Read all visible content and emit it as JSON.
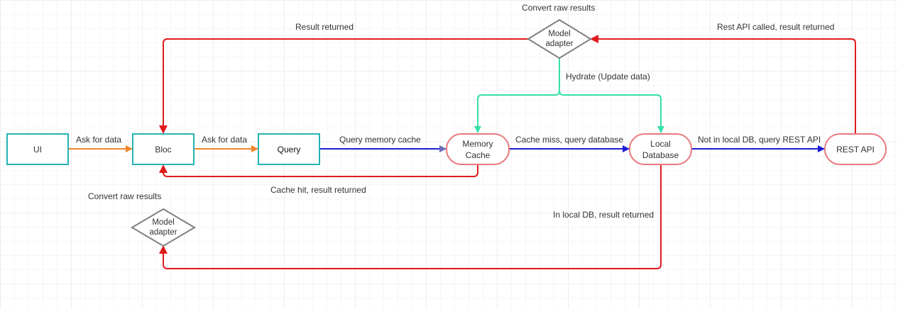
{
  "nodes": {
    "ui": "UI",
    "bloc": "Bloc",
    "query": "Query",
    "memory_cache": "Memory\nCache",
    "local_database": "Local\nDatabase",
    "rest_api": "REST API",
    "model_adapter_top": "Model\nadapter",
    "model_adapter_bottom": "Model\nadapter"
  },
  "edge_labels": {
    "ask_for_data_1": "Ask for data",
    "ask_for_data_2": "Ask for data",
    "query_memory_cache": "Query memory cache",
    "cache_miss": "Cache miss, query database",
    "not_in_local_db": "Not in local DB, query REST API",
    "cache_hit": "Cache hit, result returned",
    "in_local_db": "In local DB, result returned",
    "convert_raw_bottom": "Convert raw results",
    "convert_raw_top": "Convert raw results",
    "result_returned": "Result returned",
    "rest_api_called": "Rest API called, result returned",
    "hydrate": "Hydrate (Update data)"
  },
  "colors": {
    "request_orange": "#f0862b",
    "query_blue": "#1b1bd6",
    "return_red": "#e01b1b",
    "hydrate_green": "#33e0a8",
    "rect_border": "#26b2b5",
    "pill_border": "#e8787f",
    "diamond_border": "#808080"
  }
}
